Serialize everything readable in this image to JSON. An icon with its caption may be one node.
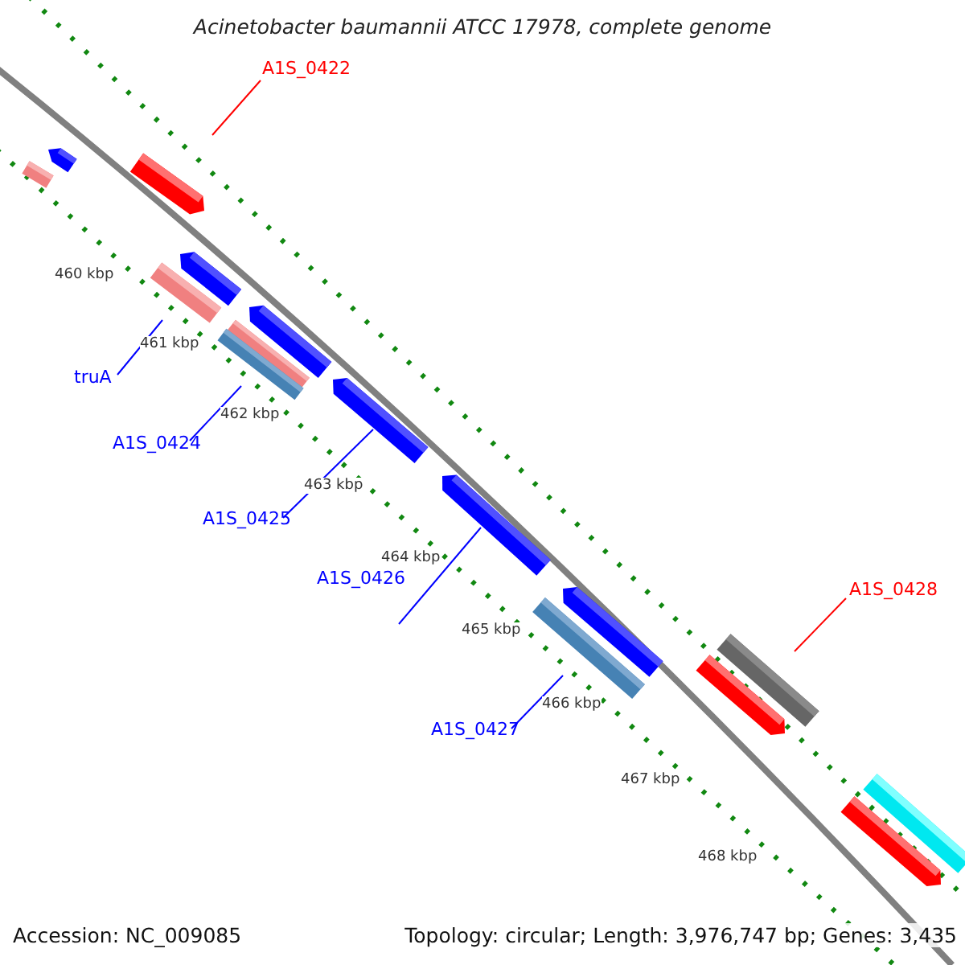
{
  "diagram": {
    "title": "Acinetobacter baumannii ATCC 17978, complete genome",
    "nodes": [
      {
        "text": [
          "A1S_0422"
        ]
      },
      {
        "text": [],
        "shape": "bar"
      },
      {
        "text": [
          "truA"
        ]
      },
      {
        "text": [],
        "shape": "bar"
      },
      {
        "text": [
          "A1S_0424"
        ]
      },
      {
        "text": [],
        "shape": "bar"
      },
      {
        "text": [
          "A1S_0425"
        ]
      },
      {
        "text": [],
        "shape": "bar"
      },
      {
        "text": [
          "A1S_0426"
        ]
      },
      {
        "text": [],
        "shape": "bar"
      },
      {
        "text": [
          "A1S_0427"
        ]
      },
      {
        "text": [],
        "shape": "bar"
      },
      {
        "text": [
          "A1S_0428"
        ]
      },
      {
        "text": [],
        "shape": "bar"
      }
    ],
    "edges": [
      {
        "from": 0,
        "to": 1,
        "arrow": "none",
        "color": "#ff0000"
      },
      {
        "from": 2,
        "to": 3,
        "arrow": "none"
      },
      {
        "from": 4,
        "to": 5,
        "arrow": "none"
      },
      {
        "from": 6,
        "to": 7,
        "arrow": "none"
      },
      {
        "from": 8,
        "to": 9,
        "arrow": "none"
      },
      {
        "from": 10,
        "to": 11,
        "arrow": "none"
      },
      {
        "from": 12,
        "to": 13,
        "arrow": "none",
        "color": "#ff0000"
      }
    ],
    "labels": [
      "460 kbp",
      "461 kbp",
      "462 kbp",
      "463 kbp",
      "464 kbp",
      "465 kbp",
      "466 kbp",
      "467 kbp",
      "468 kbp",
      "Accession: NC_009085",
      "Topology: circular; Length: 3,976,747 bp; Genes: 3,435"
    ]
  }
}
